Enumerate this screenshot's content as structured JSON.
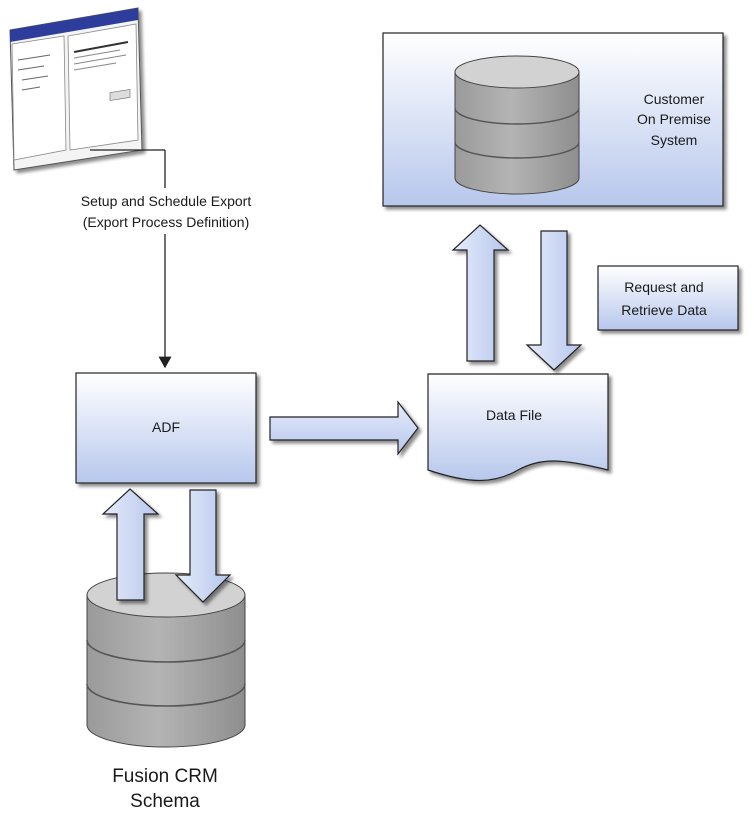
{
  "nodes": {
    "screen": {
      "icon": "computer-screen-icon"
    },
    "setup_label": {
      "line1": "Setup and Schedule Export",
      "line2": "(Export Process Definition)"
    },
    "adf": {
      "label": "ADF"
    },
    "data_file": {
      "label": "Data File"
    },
    "customer_system": {
      "line1": "Customer",
      "line2": "On Premise",
      "line3": "System"
    },
    "request_label": {
      "line1": "Request and",
      "line2": "Retrieve Data"
    },
    "fusion_db": {
      "line1": "Fusion CRM",
      "line2": "Schema"
    }
  },
  "colors": {
    "box_top": "#ffffff",
    "box_bottom": "#b9c9ee",
    "arrow_fill": "#cad6f3",
    "db_fill": "#a8a8a8",
    "db_top": "#d6d6d6",
    "stroke": "#222222",
    "screen_blue": "#2e3e9c"
  }
}
